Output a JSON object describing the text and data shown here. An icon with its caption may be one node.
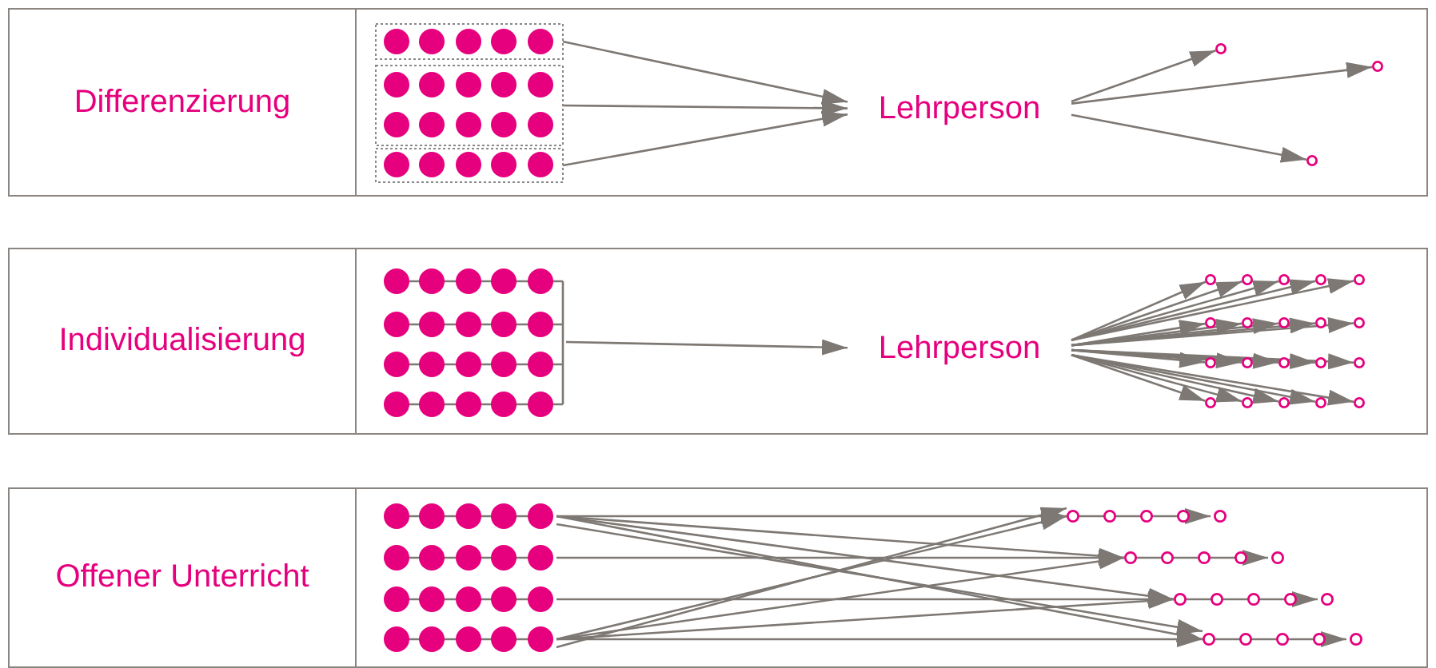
{
  "diagram": {
    "nodes": [
      {
        "text": [
          "Differenzierung"
        ]
      },
      {
        "text": [],
        "shape": "box"
      },
      {
        "text": [],
        "shape": "box"
      },
      {
        "text": [],
        "shape": "box"
      },
      {
        "text": [
          "Lehrperson"
        ]
      },
      {
        "text": [],
        "shape": "circle"
      },
      {
        "text": [],
        "shape": "circle"
      },
      {
        "text": [],
        "shape": "circle"
      },
      {
        "text": [
          "Individualisierung"
        ]
      },
      {
        "text": [],
        "shape": "picture"
      },
      {
        "text": [
          "Lehrperson"
        ]
      },
      {
        "text": [],
        "shape": "circle"
      },
      {
        "text": [],
        "shape": "circle"
      },
      {
        "text": [],
        "shape": "circle"
      },
      {
        "text": [],
        "shape": "circle"
      },
      {
        "text": [],
        "shape": "circle"
      },
      {
        "text": [],
        "shape": "circle"
      },
      {
        "text": [],
        "shape": "circle"
      },
      {
        "text": [],
        "shape": "circle"
      },
      {
        "text": [],
        "shape": "circle"
      },
      {
        "text": [],
        "shape": "circle"
      },
      {
        "text": [],
        "shape": "circle"
      },
      {
        "text": [],
        "shape": "circle"
      },
      {
        "text": [],
        "shape": "circle"
      },
      {
        "text": [],
        "shape": "circle"
      },
      {
        "text": [],
        "shape": "circle"
      },
      {
        "text": [],
        "shape": "circle"
      },
      {
        "text": [],
        "shape": "circle"
      },
      {
        "text": [],
        "shape": "circle"
      },
      {
        "text": [],
        "shape": "circle"
      },
      {
        "text": [],
        "shape": "circle"
      },
      {
        "text": [
          "Offener Unterricht"
        ]
      },
      {
        "text": [],
        "shape": "picture"
      },
      {
        "text": [],
        "shape": "picture"
      },
      {
        "text": [],
        "shape": "picture"
      },
      {
        "text": [],
        "shape": "picture"
      },
      {
        "text": [],
        "shape": "picture"
      },
      {
        "text": [],
        "shape": "picture"
      },
      {
        "text": [],
        "shape": "picture"
      },
      {
        "text": [],
        "shape": "picture"
      }
    ],
    "edges": [
      {
        "from": 1,
        "to": 4,
        "arrow": "to"
      },
      {
        "from": 2,
        "to": 4,
        "arrow": "to"
      },
      {
        "from": 3,
        "to": 4,
        "arrow": "to"
      },
      {
        "from": 4,
        "to": 5,
        "arrow": "to"
      },
      {
        "from": 4,
        "to": 6,
        "arrow": "to"
      },
      {
        "from": 4,
        "to": 7,
        "arrow": "to"
      },
      {
        "from": 9,
        "to": 10,
        "arrow": "to"
      },
      {
        "from": 10,
        "to": 11,
        "arrow": "to"
      },
      {
        "from": 10,
        "to": 12,
        "arrow": "to"
      },
      {
        "from": 10,
        "to": 13,
        "arrow": "to"
      },
      {
        "from": 10,
        "to": 14,
        "arrow": "to"
      },
      {
        "from": 10,
        "to": 15,
        "arrow": "to"
      },
      {
        "from": 10,
        "to": 16,
        "arrow": "to"
      },
      {
        "from": 10,
        "to": 17,
        "arrow": "to"
      },
      {
        "from": 10,
        "to": 18,
        "arrow": "to"
      },
      {
        "from": 10,
        "to": 19,
        "arrow": "to"
      },
      {
        "from": 10,
        "to": 20,
        "arrow": "to"
      },
      {
        "from": 10,
        "to": 21,
        "arrow": "to"
      },
      {
        "from": 10,
        "to": 22,
        "arrow": "to"
      },
      {
        "from": 10,
        "to": 23,
        "arrow": "to"
      },
      {
        "from": 10,
        "to": 24,
        "arrow": "to"
      },
      {
        "from": 10,
        "to": 25,
        "arrow": "to"
      },
      {
        "from": 10,
        "to": 26,
        "arrow": "to"
      },
      {
        "from": 10,
        "to": 27,
        "arrow": "to"
      },
      {
        "from": 10,
        "to": 28,
        "arrow": "to"
      },
      {
        "from": 10,
        "to": 29,
        "arrow": "to"
      },
      {
        "from": 10,
        "to": 30,
        "arrow": "to"
      },
      {
        "from": 32,
        "to": 36,
        "arrow": "to"
      },
      {
        "from": 33,
        "to": 37,
        "arrow": "to"
      },
      {
        "from": 34,
        "to": 38,
        "arrow": "to"
      },
      {
        "from": 35,
        "to": 39,
        "arrow": "to"
      },
      {
        "from": 35,
        "to": 36,
        "arrow": "to"
      },
      {
        "from": 35,
        "to": 36,
        "arrow": "to"
      },
      {
        "from": 32,
        "to": 37,
        "arrow": "to"
      },
      {
        "from": 35,
        "to": 37,
        "arrow": "to"
      },
      {
        "from": 32,
        "to": 38,
        "arrow": "to"
      },
      {
        "from": 35,
        "to": 38,
        "arrow": "to"
      },
      {
        "from": 32,
        "to": 39,
        "arrow": "to"
      },
      {
        "from": 32,
        "to": 39,
        "arrow": "to"
      }
    ]
  }
}
